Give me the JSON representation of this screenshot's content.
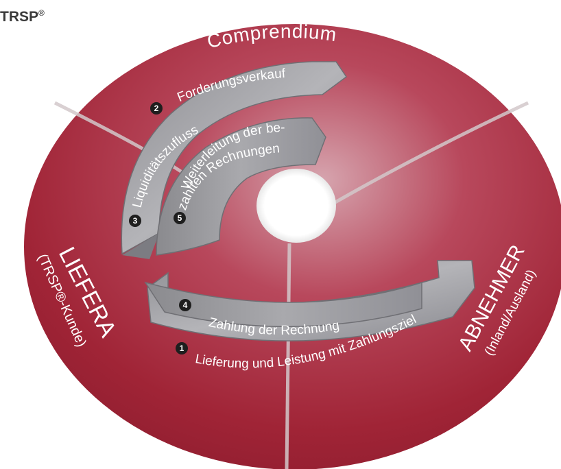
{
  "brand": {
    "name": "TRSP",
    "mark": "®"
  },
  "colors": {
    "disc": "#a8283c",
    "arrow": "#9c9ca0",
    "text": "#ffffff"
  },
  "segments": {
    "top": {
      "title": "Comprendium"
    },
    "left": {
      "title": "LIEFERANT",
      "subtitle": "(TRSP®-Kunde)"
    },
    "right": {
      "title": "ABNEHMER",
      "subtitle": "(Inland/Ausland)"
    }
  },
  "steps": [
    {
      "number": "1",
      "label": "Lieferung und Leistung mit Zahlungsziel"
    },
    {
      "number": "2",
      "label": "Forderungsverkauf"
    },
    {
      "number": "3",
      "label": "Liquiditätszufluss"
    },
    {
      "number": "4",
      "label": "Zahlung der Rechnung"
    },
    {
      "number": "5",
      "label_line1": "Weiterleitung der be-",
      "label_line2": "zahlten Rechnungen"
    }
  ]
}
